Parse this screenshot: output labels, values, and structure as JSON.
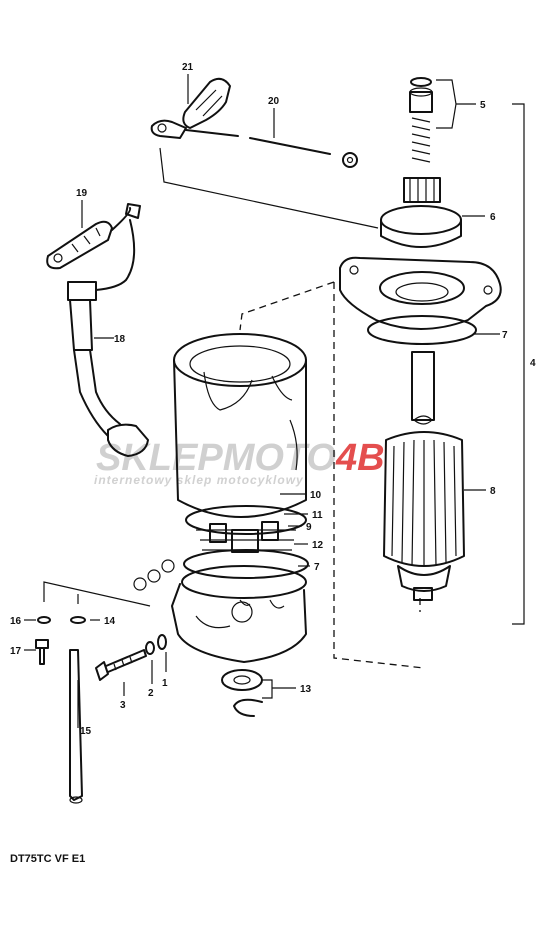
{
  "diagram": {
    "model_code": "DT75TC VF E1",
    "watermark": {
      "brand_part1": "SKLEPMOTO",
      "brand_part2": "4B",
      "tagline": "internetowy sklep motocyklowy",
      "color_gray": "#c8c8c8",
      "color_red": "#e03030"
    },
    "callouts": {
      "c1": "1",
      "c2": "2",
      "c3": "3",
      "c4": "4",
      "c5": "5",
      "c6": "6",
      "c7a": "7",
      "c7b": "7",
      "c8": "8",
      "c9": "9",
      "c10": "10",
      "c11": "11",
      "c12": "12",
      "c13": "13",
      "c14": "14",
      "c15": "15",
      "c16": "16",
      "c17": "17",
      "c18": "18",
      "c19": "19",
      "c20": "20",
      "c21": "21"
    }
  }
}
